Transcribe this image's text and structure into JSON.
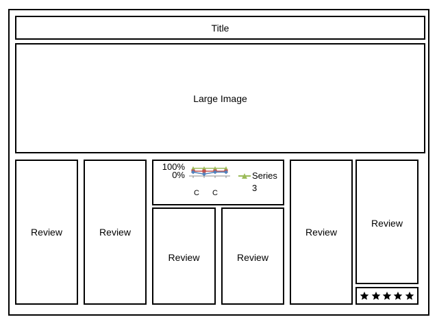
{
  "title": "Title",
  "image_label": "Large Image",
  "reviews": [
    "Review",
    "Review",
    "Review",
    "Review",
    "Review",
    "Review"
  ],
  "rating": {
    "stars": 5
  },
  "chart_data": {
    "type": "line",
    "y_tick_labels": [
      "100%",
      "0%"
    ],
    "x_tick_labels": [
      "C",
      "C"
    ],
    "series": [
      {
        "name": "Series 3",
        "color": "#9bbb59",
        "values": [
          0.8,
          0.8,
          0.8,
          0.8
        ]
      },
      {
        "name": "",
        "color": "#c0504d",
        "values": [
          0.5,
          0.5,
          0.5,
          0.5
        ]
      },
      {
        "name": "",
        "color": "#4f81bd",
        "values": [
          0.4,
          0.2,
          0.4,
          0.4
        ]
      }
    ],
    "legend_visible_text": [
      "Series",
      "3"
    ]
  }
}
